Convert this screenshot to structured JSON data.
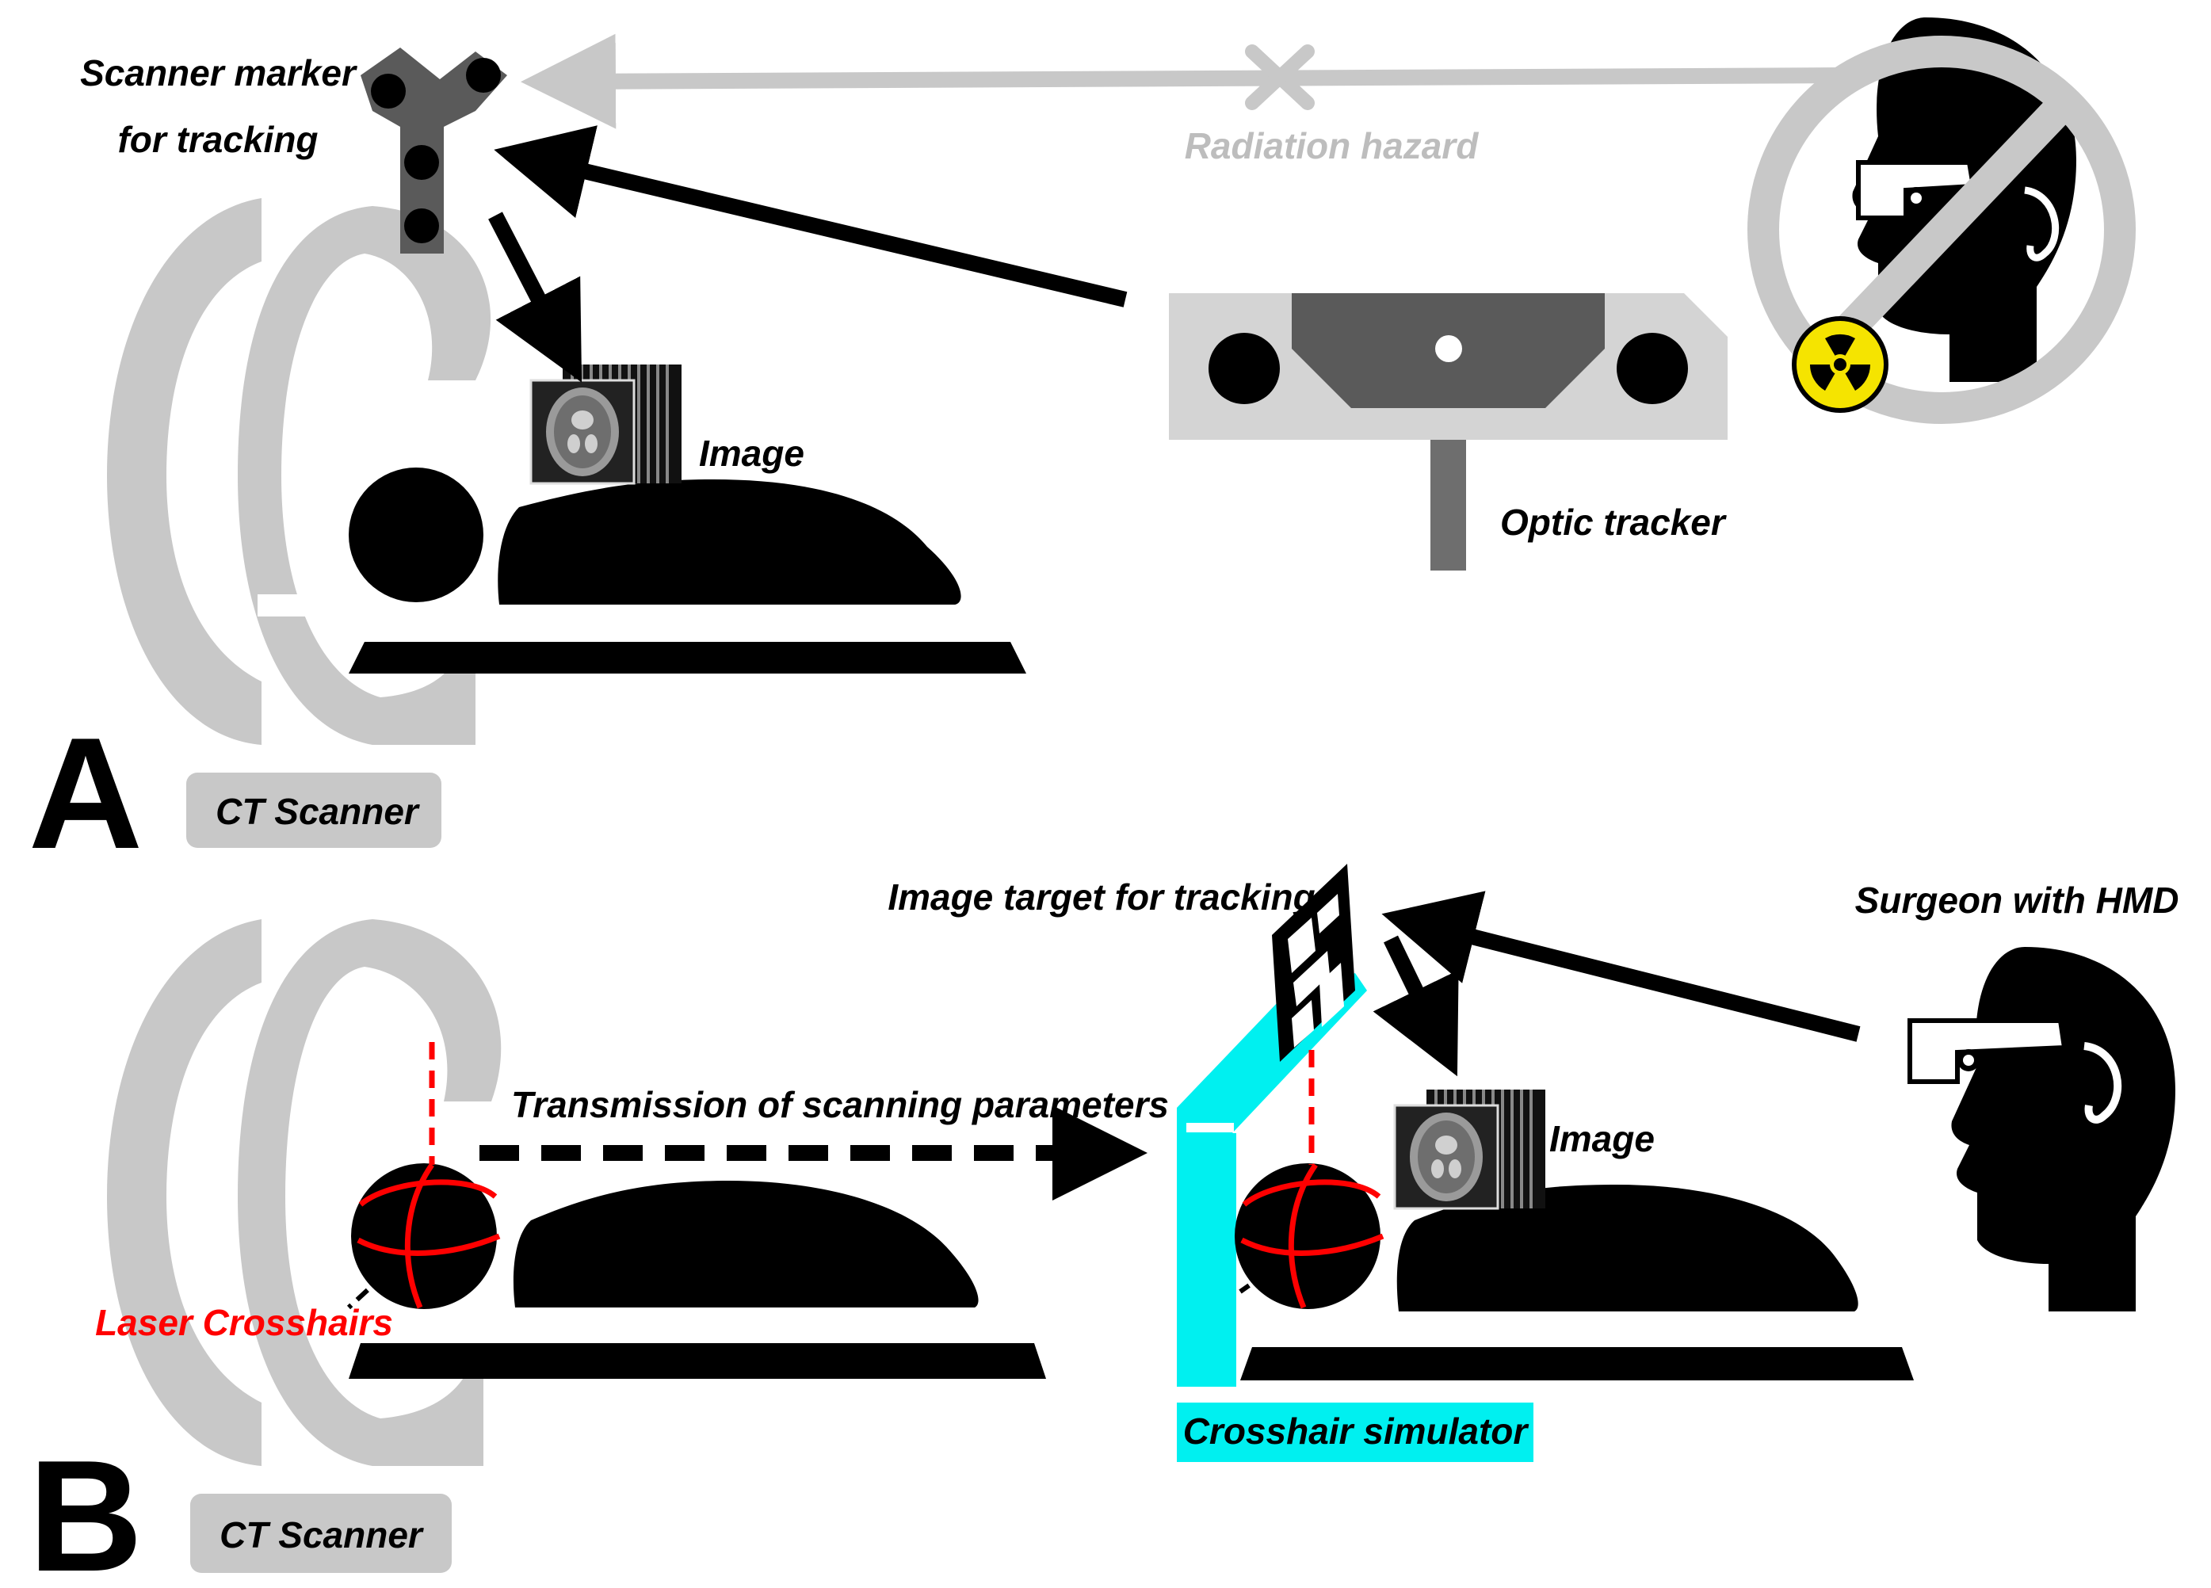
{
  "panel_a": {
    "letter": "A",
    "scanner_marker_line1": "Scanner marker",
    "scanner_marker_line2": "for tracking",
    "radiation_hazard": "Radiation hazard",
    "image_label": "Image",
    "optic_tracker": "Optic tracker",
    "ct_scanner": "CT Scanner"
  },
  "panel_b": {
    "letter": "B",
    "image_target": "Image target for tracking",
    "surgeon": "Surgeon with HMD",
    "transmission": "Transmission of scanning parameters",
    "image_label": "Image",
    "laser_crosshairs": "Laser Crosshairs",
    "crosshair_simulator": "Crosshair simulator",
    "ct_scanner": "CT Scanner"
  },
  "colors": {
    "scanner_gray": "#c8c8c8",
    "dark_gray": "#5a5a5a",
    "black": "#000000",
    "laser_red": "#ff0000",
    "simulator_cyan": "#00f0f0",
    "hazard_yellow": "#f5e400",
    "hazard_text_gray": "#bdbdbd"
  },
  "icons": [
    "ct-gantry-icon",
    "scanner-marker-icon",
    "optic-tracker-icon",
    "radiation-warning-icon",
    "prohibited-sign-icon",
    "surgeon-head-icon",
    "hmd-goggles-icon",
    "qr-image-target-icon",
    "ct-slice-stack-icon"
  ]
}
